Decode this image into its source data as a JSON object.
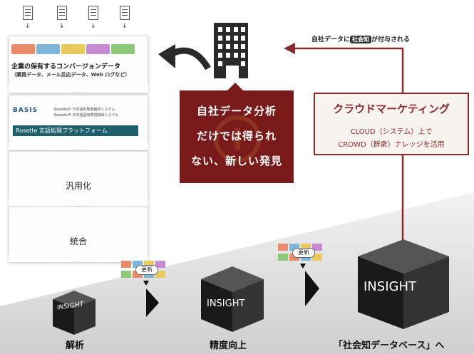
{
  "company_data": {
    "title": "企業の保有するコンバージョンデータ",
    "subtitle": "（購買データ、メール反応データ、Web ログなど）"
  },
  "basis": {
    "logo": "BASIS",
    "line1": "Rosette® 日本語形態素解析システム",
    "line2": "Rosette® 日本語固有表現抽出システム",
    "bar": "Rosette 言語処理プラットフォーム"
  },
  "steps": {
    "generalize": "汎用化",
    "integrate": "統合"
  },
  "top_label": {
    "prefix": "自社データに",
    "badge": "社会知",
    "suffix": "が付与される"
  },
  "red_panel": {
    "line1": "自社データ分析",
    "line2": "だけでは得られ",
    "line3": "ない、新しい発見"
  },
  "cloud": {
    "title": "クラウドマーケティング",
    "line1": "CLOUD（システム）上で",
    "line2": "CROWD（群衆）ナレッジを活用"
  },
  "update_label": "更新",
  "cube_text": "INSIGHT",
  "bottom": {
    "analysis": "解析",
    "accuracy": "精度向上",
    "social": "「社会知データベース」へ"
  },
  "chip_colors": [
    "#e98a6a",
    "#7db6d8",
    "#e8c95a",
    "#c88ad0",
    "#8cc97a"
  ]
}
